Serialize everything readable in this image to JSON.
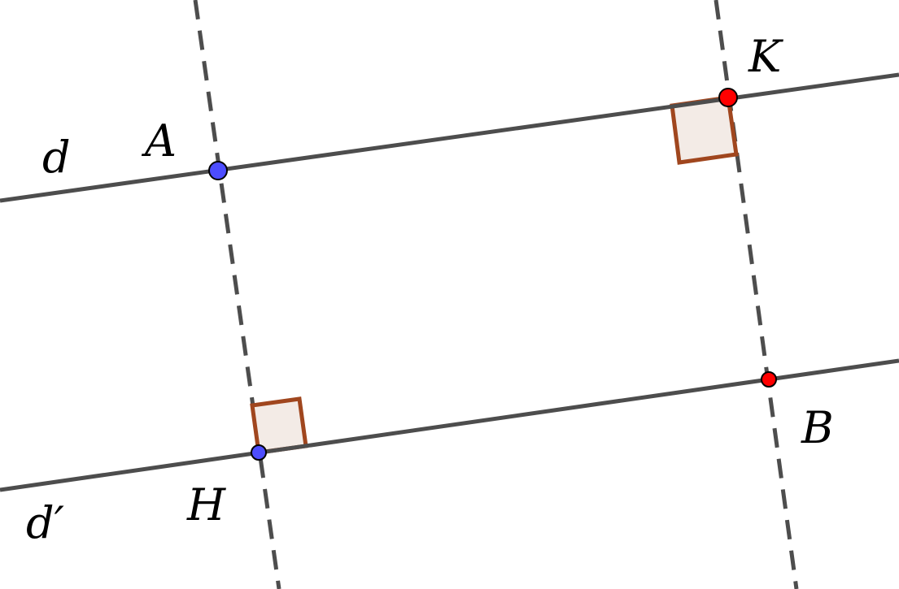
{
  "labels": {
    "line_d": "d",
    "line_d_prime": "d′",
    "point_A": "A",
    "point_K": "K",
    "point_B": "B",
    "point_H": "H"
  },
  "colors": {
    "line": "#4d4d4d",
    "blue_point": "#4d4dff",
    "red_point": "#ff0000",
    "right_angle_stroke": "#a0461e",
    "right_angle_fill": "#f3ebe6"
  }
}
